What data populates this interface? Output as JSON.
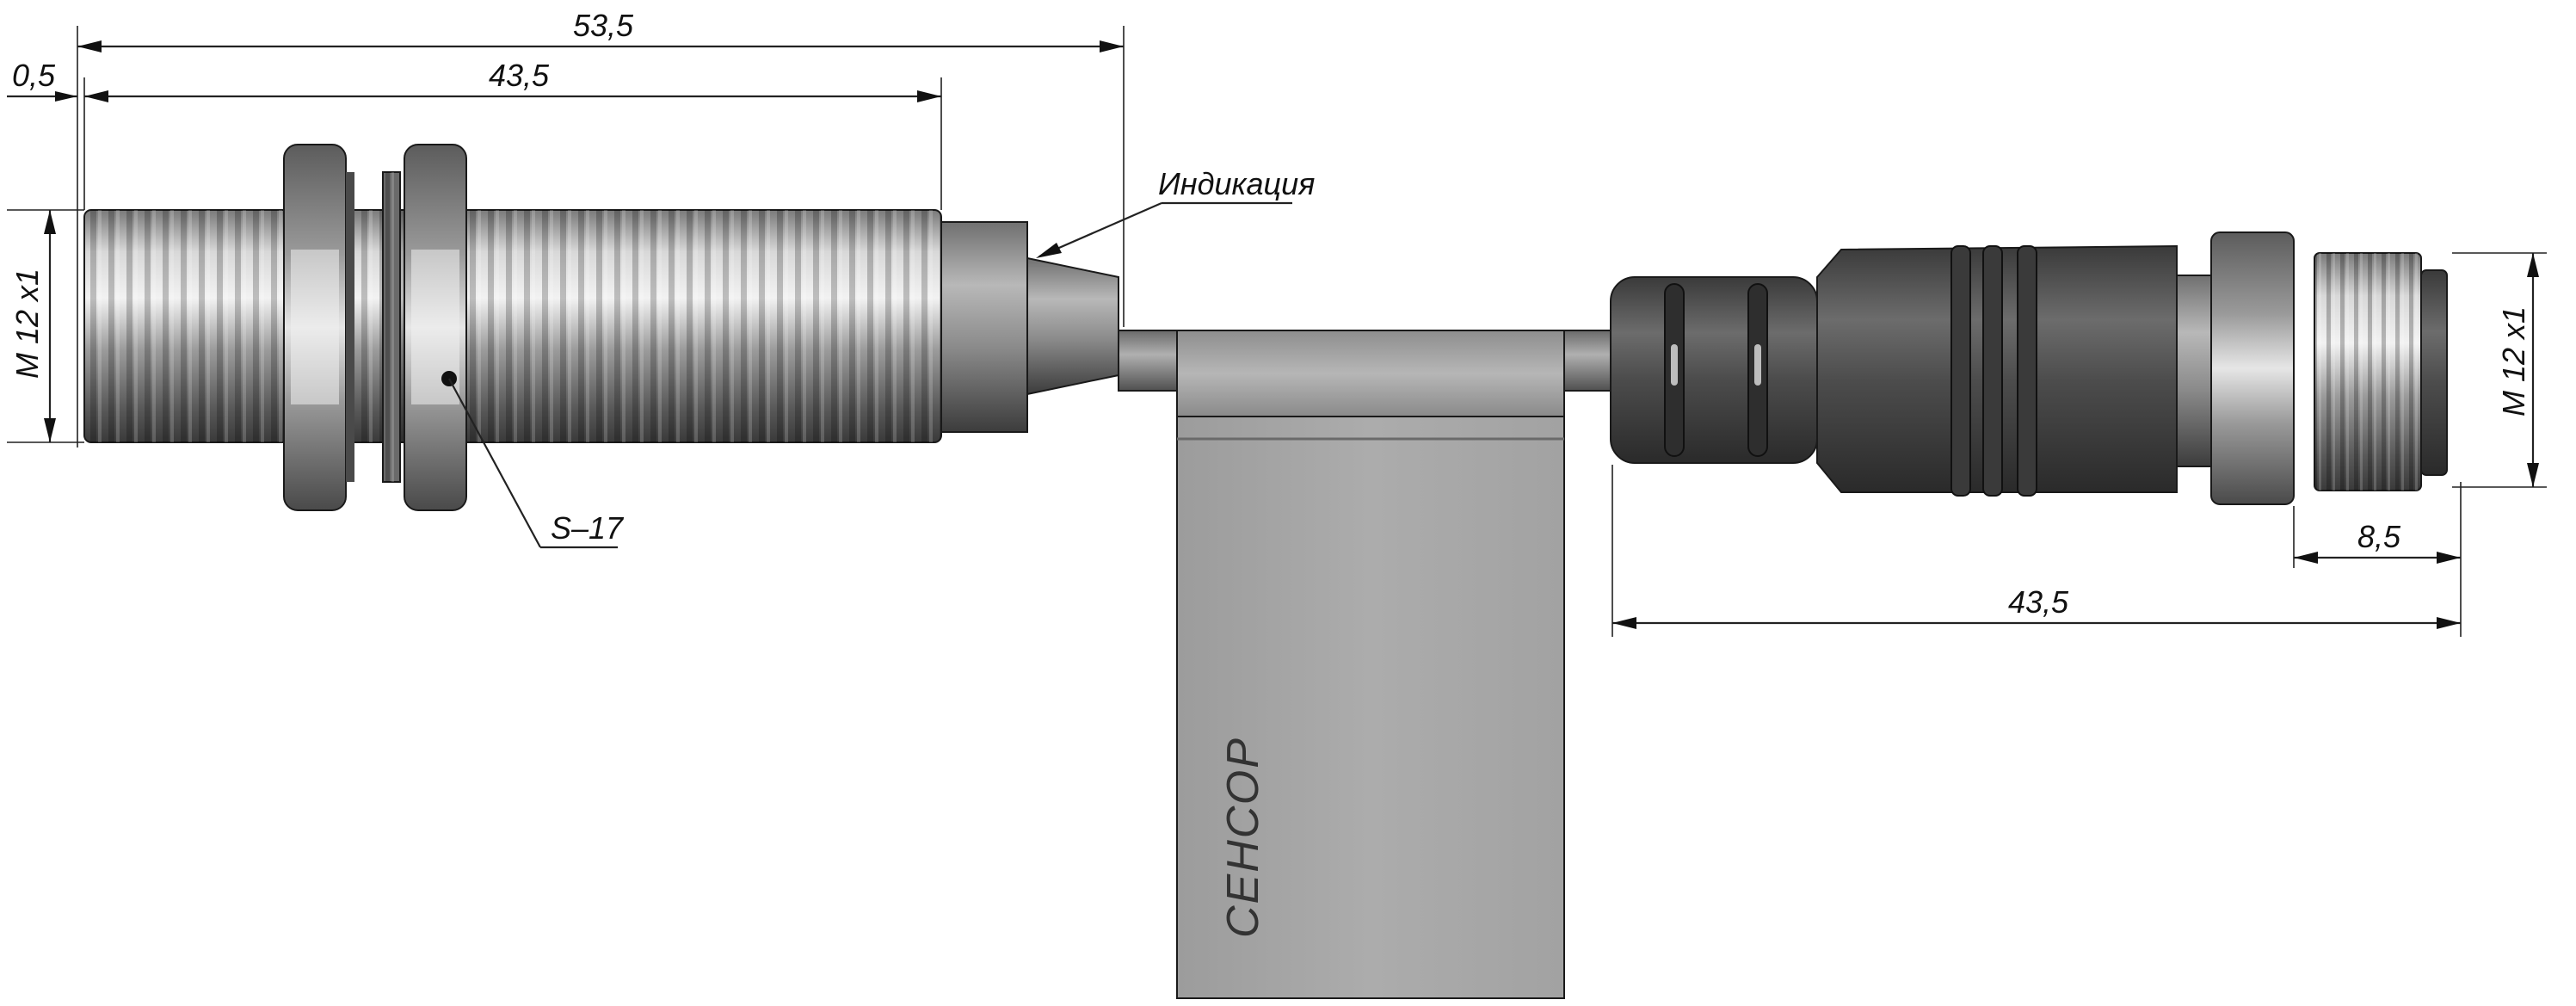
{
  "dimensions": {
    "overall_length": "53,5",
    "thread_length": "43,5",
    "offset": "0,5",
    "thread_left": "М 12 х1",
    "thread_right": "М 12 х1",
    "connector_length": "43,5",
    "connector_thread": "8,5"
  },
  "labels": {
    "indication": "Индикация",
    "wrench_size": "S–17",
    "brand": "СЕНСОР"
  },
  "colors": {
    "metal_light": "#d9d9d9",
    "metal_mid": "#9a9a9a",
    "metal_dark": "#505050",
    "cable": "#8a8a8a",
    "tag": "#a3a3a3",
    "connector_dark": "#4a4a4a"
  }
}
